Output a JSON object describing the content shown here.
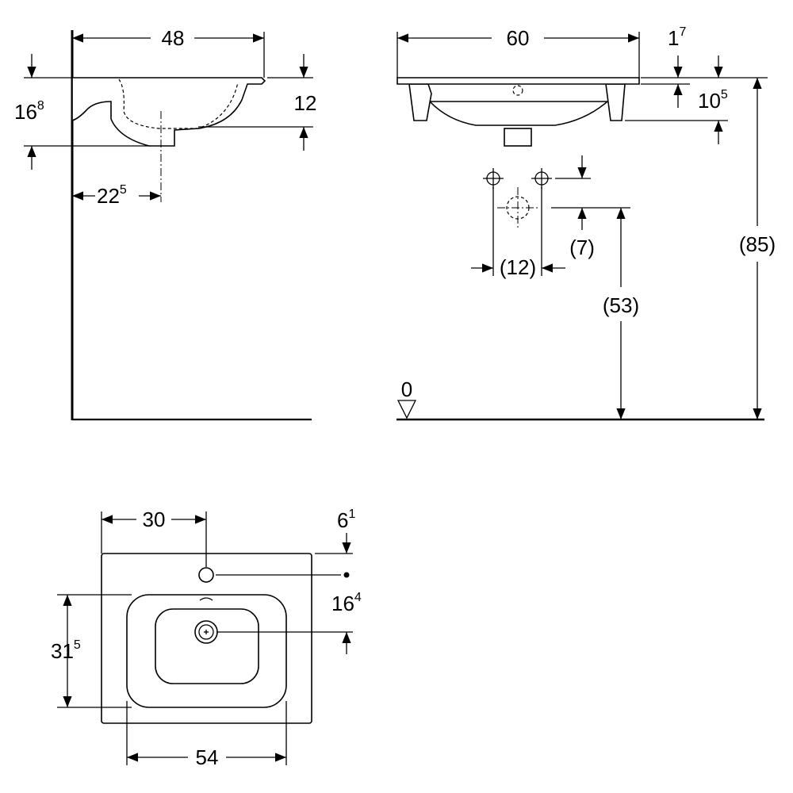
{
  "side_view": {
    "width": {
      "main": "48",
      "sup": ""
    },
    "height_total": {
      "main": "16",
      "sup": "8"
    },
    "bowl_depth": {
      "main": "12",
      "sup": ""
    },
    "outlet_offset": {
      "main": "22",
      "sup": "5"
    }
  },
  "front_view": {
    "width": {
      "main": "60",
      "sup": ""
    },
    "rim_thickness": {
      "main": "1",
      "sup": "7"
    },
    "foot_height": {
      "main": "10",
      "sup": "5"
    },
    "tap_spacing": {
      "main": "(12)",
      "sup": ""
    },
    "tap_offset": {
      "main": "(7)",
      "sup": ""
    },
    "waste_height": {
      "main": "(53)",
      "sup": ""
    },
    "rim_height": {
      "main": "(85)",
      "sup": ""
    },
    "floor_level": {
      "main": "0",
      "sup": ""
    }
  },
  "top_view": {
    "tap_hole_offset": {
      "main": "30",
      "sup": ""
    },
    "tap_hole_edge": {
      "main": "6",
      "sup": "1"
    },
    "waste_distance": {
      "main": "16",
      "sup": "4"
    },
    "bowl_depth": {
      "main": "31",
      "sup": "5"
    },
    "bowl_width": {
      "main": "54",
      "sup": ""
    }
  }
}
